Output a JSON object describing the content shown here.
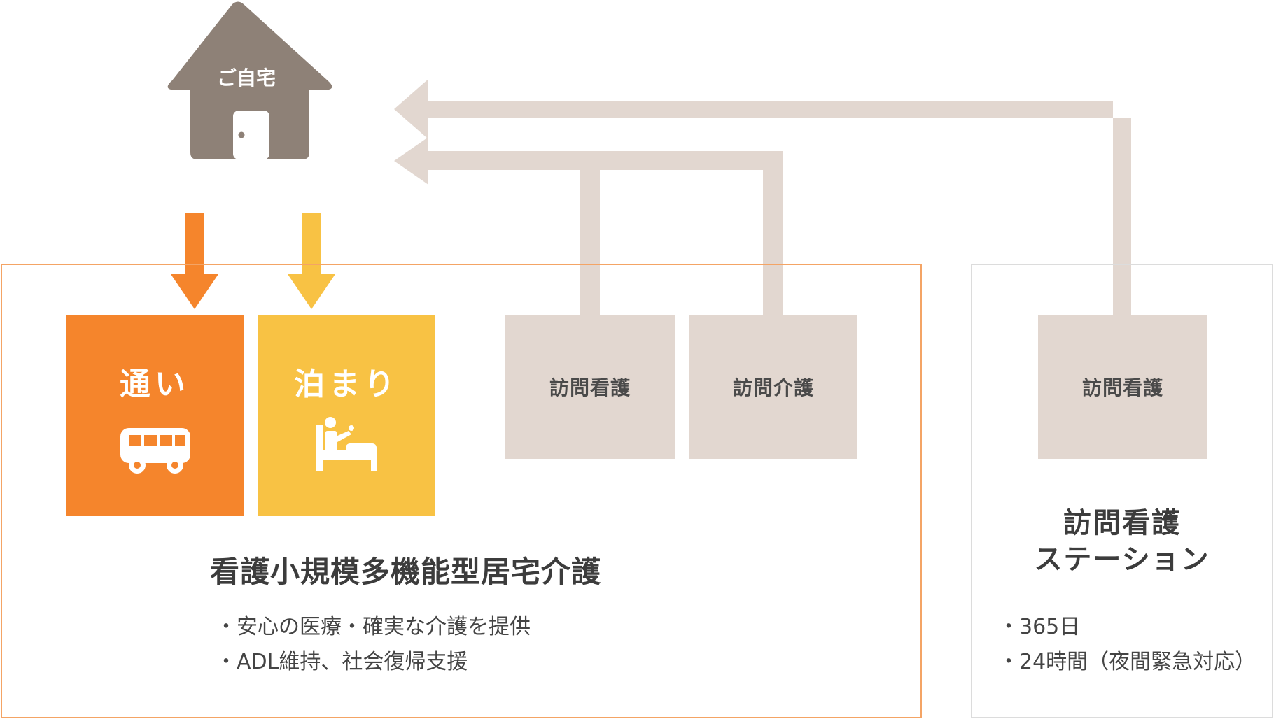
{
  "colors": {
    "house": "#8e8177",
    "arrow_service": "#e2d7d0",
    "arrow_kayoi": "#f5852c",
    "arrow_tomari": "#f8c244",
    "main_border": "#f4a465",
    "station_border": "#dcdcdc"
  },
  "house": {
    "label": "ご自宅",
    "icon": "house-icon"
  },
  "tiles": {
    "kayoi": {
      "label": "通い",
      "icon": "bus-icon"
    },
    "tomari": {
      "label": "泊まり",
      "icon": "bed-icon"
    },
    "visit_nursing": {
      "label": "訪問看護"
    },
    "visit_care": {
      "label": "訪問介護"
    },
    "station_nursing": {
      "label": "訪問看護"
    }
  },
  "main": {
    "title": "看護小規模多機能型居宅介護",
    "bullets": [
      "安心の医療・確実な介護を提供",
      "ADL維持、社会復帰支援"
    ]
  },
  "station": {
    "title_lines": [
      "訪問看護",
      "ステーション"
    ],
    "bullets": [
      "365日",
      "24時間（夜間緊急対応）"
    ]
  }
}
